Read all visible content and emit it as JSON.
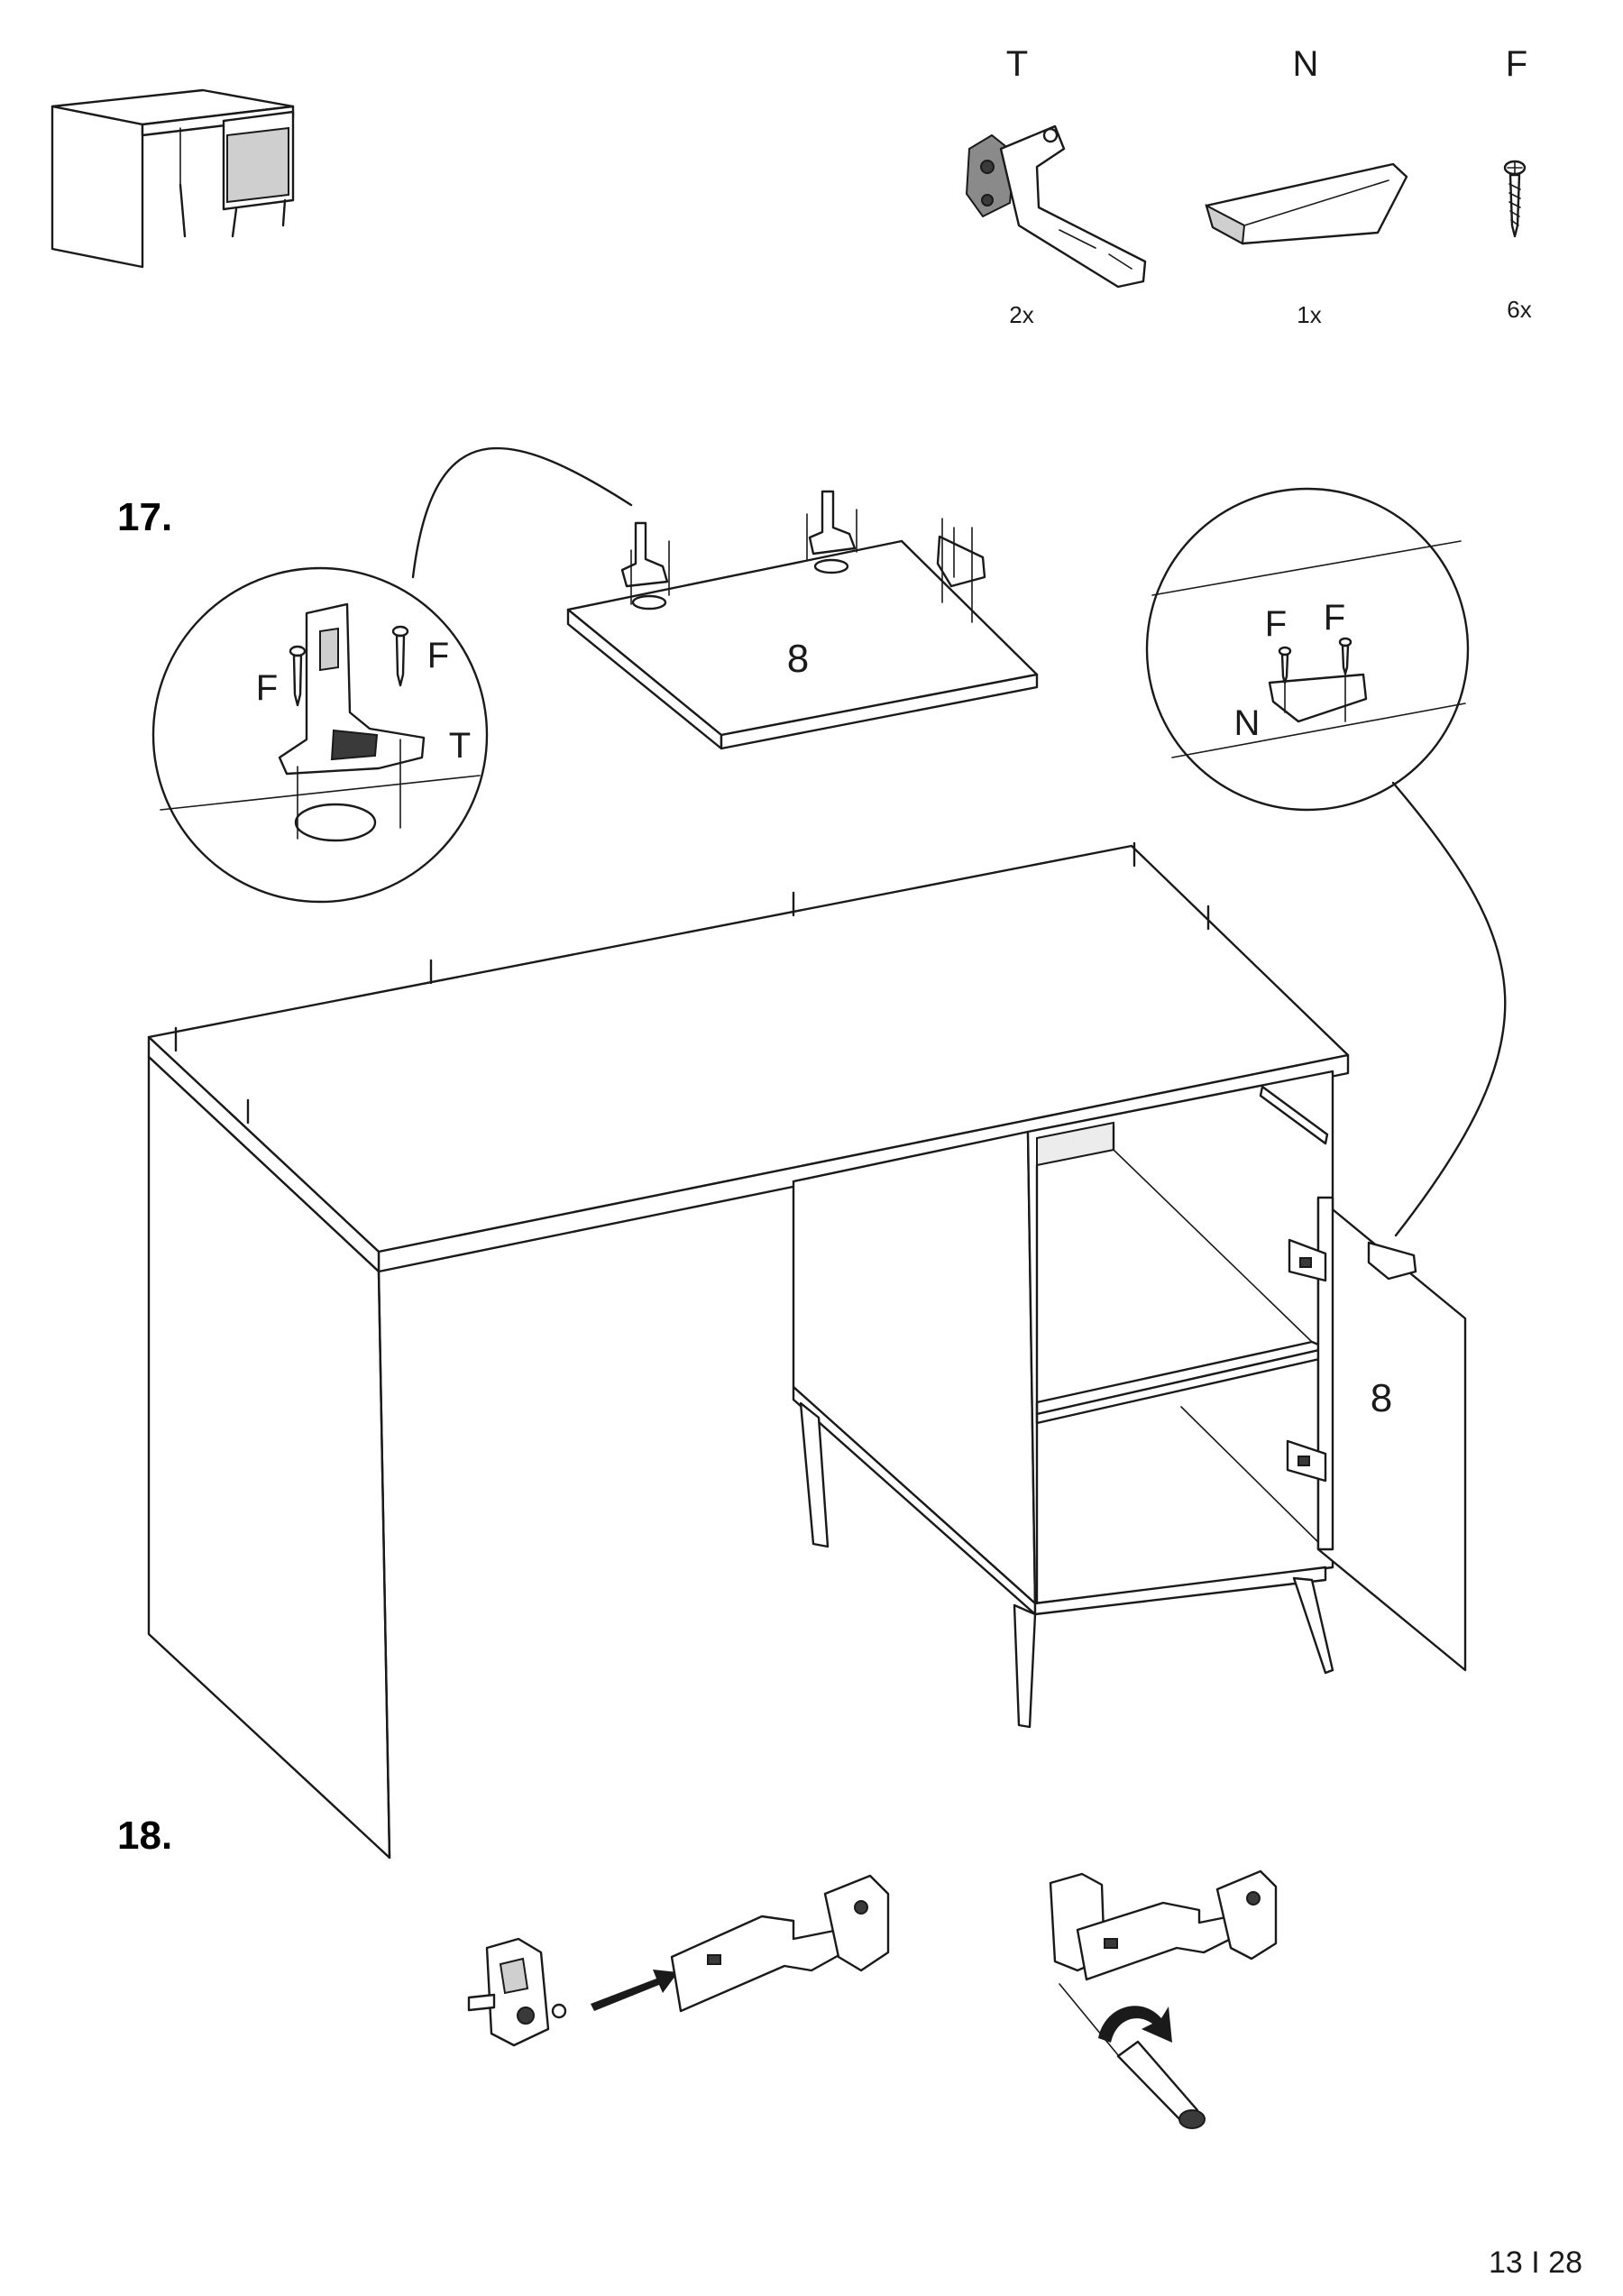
{
  "parts": [
    {
      "letter": "T",
      "qty": "2x",
      "icon": "hinge-icon"
    },
    {
      "letter": "N",
      "qty": "1x",
      "icon": "handle-icon"
    },
    {
      "letter": "F",
      "qty": "6x",
      "icon": "screw-icon"
    }
  ],
  "steps": {
    "step17": "17.",
    "step18": "18."
  },
  "callout_left": {
    "screw_left": "F",
    "screw_right": "F",
    "hinge": "T"
  },
  "callout_right": {
    "screw_left": "F",
    "screw_right": "F",
    "handle": "N"
  },
  "panels": {
    "door_top": "8",
    "door_open": "8"
  },
  "page_number": "13 I 28",
  "icons": [
    "desk-thumbnail-icon",
    "hinge-icon",
    "handle-icon",
    "screw-icon",
    "screwdriver-icon",
    "rotate-arrow-icon",
    "push-arrow-icon"
  ]
}
